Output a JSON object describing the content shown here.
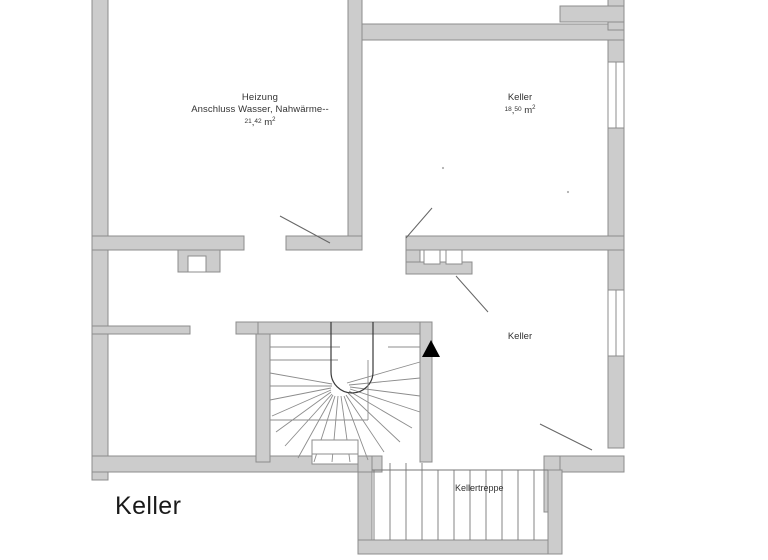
{
  "plan": {
    "title": "Keller",
    "colors": {
      "wall_fill": "#cccccc",
      "wall_stroke": "#8c8c8c",
      "background": "#ffffff",
      "text": "#333333",
      "arrow": "#000000"
    }
  },
  "rooms": [
    {
      "id": "heizung",
      "name": "Heizung",
      "description": "Anschluss Wasser, Nahwärme--",
      "area_int": "21",
      "area_dec": "42",
      "area_unit": "m",
      "area_exp": "2",
      "area_full": "21,42 m²"
    },
    {
      "id": "keller-oben",
      "name": "Keller",
      "area_int": "18",
      "area_dec": "50",
      "area_unit": "m",
      "area_exp": "2",
      "area_full": "18,50 m²"
    },
    {
      "id": "keller-rechts",
      "name": "Keller",
      "area_full": ""
    }
  ],
  "features": [
    {
      "id": "kellertreppe",
      "name": "Kellertreppe"
    }
  ],
  "labels": {
    "heizung_line1": "Heizung",
    "heizung_line2": "Anschluss Wasser, Nahwärme--",
    "keller_oben": "Keller",
    "keller_rechts": "Keller",
    "kellertreppe": "Kellertreppe",
    "plan_title": "Keller"
  }
}
